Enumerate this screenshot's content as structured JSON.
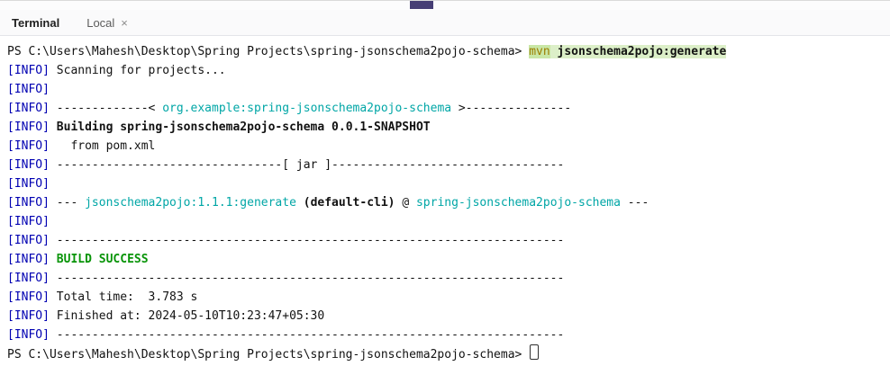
{
  "header": {
    "panel_title": "Terminal",
    "tab": {
      "label": "Local",
      "close_icon": "×"
    }
  },
  "colors": {
    "info": "#0000B2",
    "teal": "#00A6A6",
    "green": "#089408",
    "cmd_name_bg": "#C9E7A6",
    "cmd_name_fg": "#9C7E00",
    "cmd_arg_bg": "#DCEFC8",
    "accent_rect": "#463E75",
    "text": "#121212"
  },
  "terminal": {
    "lines": [
      {
        "segments": [
          {
            "style": "plain",
            "text": "PS C:\\Users\\Mahesh\\Desktop\\Spring Projects\\spring-jsonschema2pojo-schema> "
          },
          {
            "style": "cmdname",
            "text": "mvn"
          },
          {
            "style": "cmdarg",
            "text": " jsonschema2pojo:generate"
          }
        ]
      },
      {
        "segments": [
          {
            "style": "info",
            "text": "[INFO]"
          },
          {
            "style": "plain",
            "text": " Scanning for projects..."
          }
        ]
      },
      {
        "segments": [
          {
            "style": "info",
            "text": "[INFO]"
          }
        ]
      },
      {
        "segments": [
          {
            "style": "info",
            "text": "[INFO]"
          },
          {
            "style": "plain",
            "text": " -------------< "
          },
          {
            "style": "teal",
            "text": "org.example:spring-jsonschema2pojo-schema"
          },
          {
            "style": "plain",
            "text": " >---------------"
          }
        ]
      },
      {
        "segments": [
          {
            "style": "info",
            "text": "[INFO]"
          },
          {
            "style": "plain",
            "text": " "
          },
          {
            "style": "bold",
            "text": "Building spring-jsonschema2pojo-schema 0.0.1-SNAPSHOT"
          }
        ]
      },
      {
        "segments": [
          {
            "style": "info",
            "text": "[INFO]"
          },
          {
            "style": "plain",
            "text": "   from pom.xml"
          }
        ]
      },
      {
        "segments": [
          {
            "style": "info",
            "text": "[INFO]"
          },
          {
            "style": "plain",
            "text": " --------------------------------[ jar ]---------------------------------"
          }
        ]
      },
      {
        "segments": [
          {
            "style": "info",
            "text": "[INFO]"
          }
        ]
      },
      {
        "segments": [
          {
            "style": "info",
            "text": "[INFO]"
          },
          {
            "style": "plain",
            "text": " --- "
          },
          {
            "style": "teal",
            "text": "jsonschema2pojo:1.1.1:generate"
          },
          {
            "style": "plain",
            "text": " "
          },
          {
            "style": "bold",
            "text": "(default-cli)"
          },
          {
            "style": "plain",
            "text": " @ "
          },
          {
            "style": "teal",
            "text": "spring-jsonschema2pojo-schema"
          },
          {
            "style": "plain",
            "text": " ---"
          }
        ]
      },
      {
        "segments": [
          {
            "style": "info",
            "text": "[INFO]"
          }
        ]
      },
      {
        "segments": [
          {
            "style": "info",
            "text": "[INFO]"
          },
          {
            "style": "plain",
            "text": " ------------------------------------------------------------------------"
          }
        ]
      },
      {
        "segments": [
          {
            "style": "info",
            "text": "[INFO]"
          },
          {
            "style": "plain",
            "text": " "
          },
          {
            "style": "green",
            "text": "BUILD SUCCESS"
          }
        ]
      },
      {
        "segments": [
          {
            "style": "info",
            "text": "[INFO]"
          },
          {
            "style": "plain",
            "text": " ------------------------------------------------------------------------"
          }
        ]
      },
      {
        "segments": [
          {
            "style": "info",
            "text": "[INFO]"
          },
          {
            "style": "plain",
            "text": " Total time:  3.783 s"
          }
        ]
      },
      {
        "segments": [
          {
            "style": "info",
            "text": "[INFO]"
          },
          {
            "style": "plain",
            "text": " Finished at: 2024-05-10T10:23:47+05:30"
          }
        ]
      },
      {
        "segments": [
          {
            "style": "info",
            "text": "[INFO]"
          },
          {
            "style": "plain",
            "text": " ------------------------------------------------------------------------"
          }
        ]
      },
      {
        "segments": [
          {
            "style": "plain",
            "text": "PS C:\\Users\\Mahesh\\Desktop\\Spring Projects\\spring-jsonschema2pojo-schema> "
          }
        ],
        "cursor": true
      }
    ]
  }
}
